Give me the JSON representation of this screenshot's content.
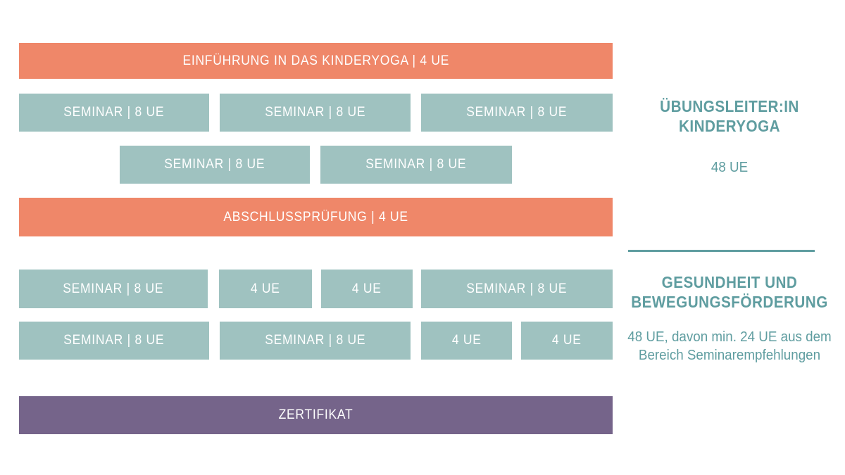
{
  "colors": {
    "orange": "#EF8769",
    "teal": "#9FC2C0",
    "purple": "#75648A",
    "accent_text": "#5F9DA0",
    "box_text": "#FFFFFF",
    "background": "#FFFFFF"
  },
  "diagram": {
    "boxes": [
      {
        "label": "EINFÜHRUNG IN DAS KINDERYOGA | 4 UE"
      },
      {
        "label": "SEMINAR | 8 UE"
      },
      {
        "label": "SEMINAR | 8 UE"
      },
      {
        "label": "SEMINAR | 8 UE"
      },
      {
        "label": "SEMINAR | 8 UE"
      },
      {
        "label": "SEMINAR | 8 UE"
      },
      {
        "label": "ABSCHLUSSPRÜFUNG | 4 UE"
      },
      {
        "label": "SEMINAR | 8 UE"
      },
      {
        "label": "4 UE"
      },
      {
        "label": "4 UE"
      },
      {
        "label": "SEMINAR | 8 UE"
      },
      {
        "label": "SEMINAR | 8 UE"
      },
      {
        "label": "SEMINAR | 8 UE"
      },
      {
        "label": "4 UE"
      },
      {
        "label": "4 UE"
      },
      {
        "label": "ZERTIFIKAT"
      }
    ]
  },
  "sidebar": {
    "course1": {
      "title_line1": "ÜBUNGSLEITER:IN",
      "title_line2": "KINDERYOGA",
      "hours": "48 UE"
    },
    "course2": {
      "title_line1": "GESUNDHEIT UND",
      "title_line2": "BEWEGUNGSFÖRDERUNG",
      "hours_line1": "48 UE, davon min. 24 UE aus dem",
      "hours_line2": "Bereich Seminarempfehlungen"
    }
  }
}
